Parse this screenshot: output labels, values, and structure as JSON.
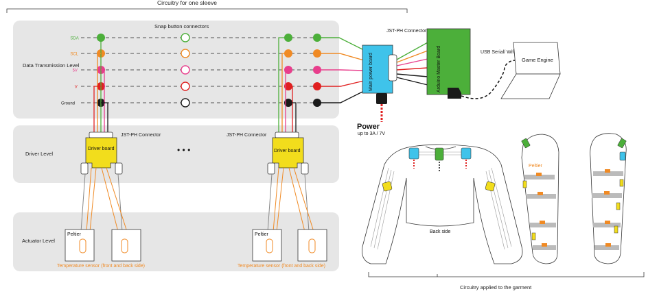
{
  "titles": {
    "top": "Circuitry for one sleeve",
    "bottom": "Circuitry applied to the garment"
  },
  "levels": {
    "data": "Data Transmission Level",
    "driver": "Driver Level",
    "actuator": "Actuator Level"
  },
  "labels": {
    "snap": "Snap button connectors",
    "jst_left": "JST-PH Connector",
    "jst_mid": "JST-PH Connector",
    "jst_right": "JST-PH Connector",
    "driver_board": "Driver board",
    "main_power": "Main power board",
    "arduino": "Arduino Master Board",
    "usb": "USB Serial/ Wifi",
    "game_engine": "Game Engine",
    "power": "Power",
    "power_spec": "up to 3A / 7V",
    "ellipsis": "• • •",
    "peltier": "Peltier",
    "temp_sensor": "Temperature sensor (front and back side)",
    "back_side": "Back side",
    "peltier_sleeve": "Peltier"
  },
  "lines": [
    {
      "label": "SDA",
      "color": "#4caf3a"
    },
    {
      "label": "SCL",
      "color": "#f08a24"
    },
    {
      "label": "5V",
      "color": "#e83e8c"
    },
    {
      "label": "V",
      "color": "#e02020"
    },
    {
      "label": "Ground",
      "color": "#1a1a1a"
    }
  ],
  "colors": {
    "panel": "#e6e6e6",
    "driver_board": "#f2dd1c",
    "main_power": "#3fc3ea",
    "arduino": "#4caf3a",
    "sensor": "#f08a24",
    "power_dash": "#e02020"
  }
}
